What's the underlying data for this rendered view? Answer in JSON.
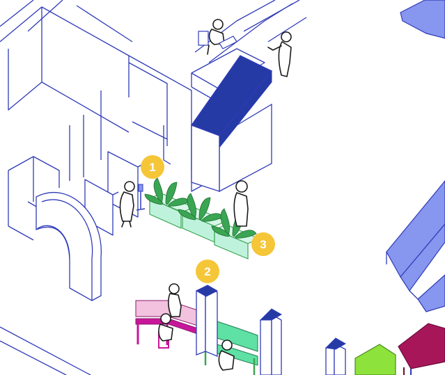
{
  "colors": {
    "line": "#2f3bb8",
    "dark_blue": "#263aa5",
    "light_blue": "#8796ee",
    "plant_green": "#3aa552",
    "planter_mint": "#bff2dc",
    "badge_yellow": "#f5c638",
    "pink_light": "#f2c2de",
    "magenta": "#c8169a",
    "mint_desk": "#5fe0a4",
    "lime": "#8ee23c",
    "maroon": "#a8165a"
  },
  "markers": [
    {
      "label": "1"
    },
    {
      "label": "2"
    },
    {
      "label": "3"
    }
  ]
}
